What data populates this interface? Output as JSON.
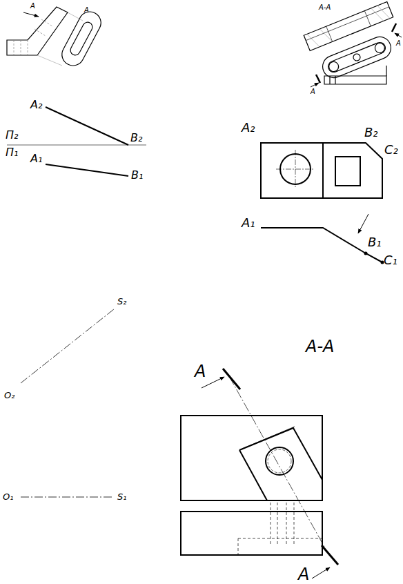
{
  "diagram": {
    "labels": [
      "A",
      "A",
      "A-A",
      "A",
      "A",
      "A₂",
      "B₂",
      "П₂",
      "П₁",
      "A₁",
      "B₁",
      "A₂",
      "B₂",
      "C₂",
      "A₁",
      "B₁",
      "C₁",
      "S₂",
      "O₂",
      "O₁",
      "S₁",
      "A-A",
      "A",
      "A"
    ]
  }
}
